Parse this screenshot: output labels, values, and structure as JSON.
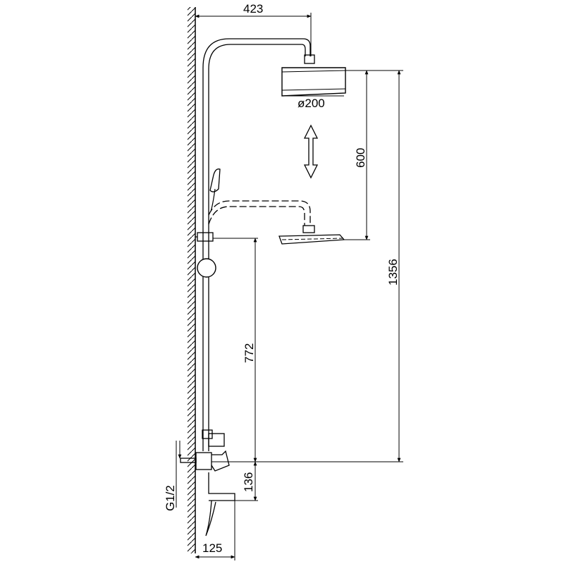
{
  "dimensions": {
    "head_reach": "423",
    "head_diameter": "ø200",
    "adjust_travel": "600",
    "total_height": "1356",
    "riser_height": "772",
    "inlet_height": "136",
    "wall_offset": "125",
    "thread_size": "G1/2"
  },
  "icons": {
    "adjust_arrow": "double-headed-vertical-arrow"
  }
}
